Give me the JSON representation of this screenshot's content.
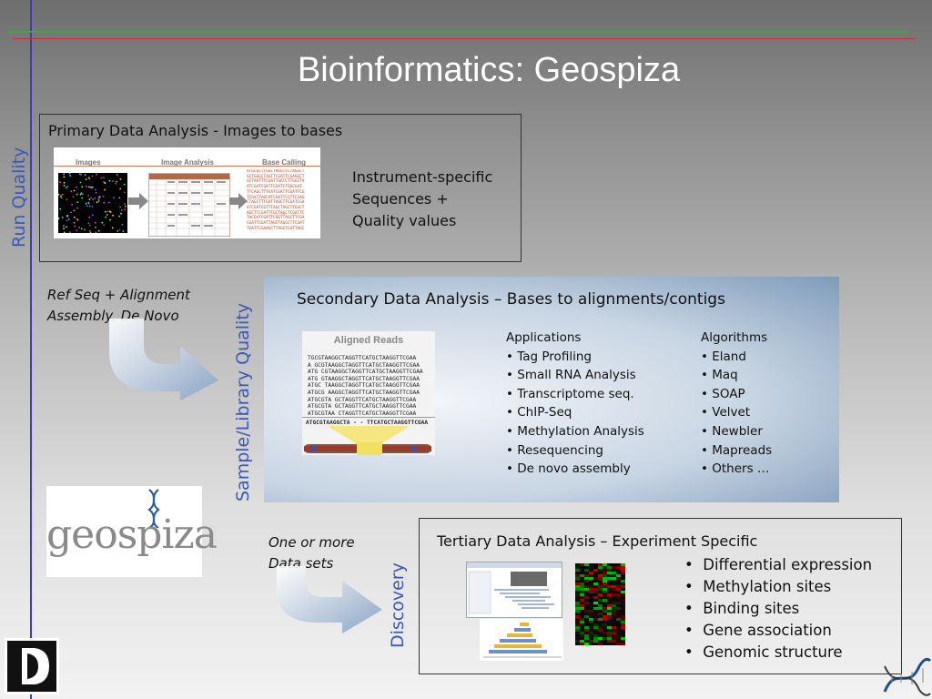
{
  "slide": {
    "title": "Bioinformatics: Geospiza"
  },
  "side_labels": {
    "run_quality": "Run Quality",
    "sample_library_quality": "Sample/Library Quality",
    "discovery": "Discovery"
  },
  "primary": {
    "heading": "Primary Data Analysis - Images to bases",
    "pipeline_labels": [
      "Images",
      "Image Analysis",
      "Base Calling"
    ],
    "output_lines": [
      "Instrument-specific",
      "Sequences +",
      "Quality values"
    ]
  },
  "notes": {
    "ref_seq": [
      "Ref Seq + Alignment",
      "Assembly, De Novo"
    ],
    "data_sets": [
      "One or more",
      "Data sets"
    ]
  },
  "secondary": {
    "heading": "Secondary Data Analysis – Bases to alignments/contigs",
    "figure_title": "Aligned Reads",
    "applications_header": "Applications",
    "applications": [
      "• Tag Profiling",
      "• Small RNA Analysis",
      "• Transcriptome seq.",
      "• ChIP-Seq",
      "• Methylation Analysis",
      "• Resequencing",
      "• De novo assembly"
    ],
    "algorithms_header": "Algorithms",
    "algorithms": [
      "• Eland",
      "• Maq",
      "• SOAP",
      "• Velvet",
      "• Newbler",
      "• Mapreads",
      "• Others …"
    ],
    "reads": [
      "TGCGTAAGGCTAGGTTCATGCTAAGGTTCGAA",
      "A GCGTAAGGCTAGGTTCATGCTAAGGTTCGAA",
      "ATG CGTAAGGCTAGGTTCATGCTAAGGTTCGAA",
      "ATG  GTAAGGCTAGGTTCATGCTAAGGTTCGAA",
      "ATGC  TAAGGCTAGGTTCATGCTAAGGTTCGAA",
      "ATGCG AAGGCTAGGTTCATGCTAAGGTTCGAA",
      "ATGCGTA GCTAGGTTCATGCTAAGGTTCGAA",
      "ATGCGTA   GCTAGGTTCATGCTAAGGTTCGAA",
      "ATGCGTAA  CTAGGTTCATGCTAAGGTTCGAA"
    ],
    "consensus": "ATGCGTAAGGCTA - - TTCATGCTAAGGTTCGAA"
  },
  "logo": {
    "text": "geospiza"
  },
  "tertiary": {
    "heading": "Tertiary Data Analysis – Experiment Specific",
    "items": [
      "Differential expression",
      "Methylation sites",
      "Binding sites",
      "Gene association",
      "Genomic structure"
    ]
  },
  "colors": {
    "side_label": "#3a58b8",
    "accent_green": "#3fa53f",
    "accent_red": "#c43030"
  }
}
